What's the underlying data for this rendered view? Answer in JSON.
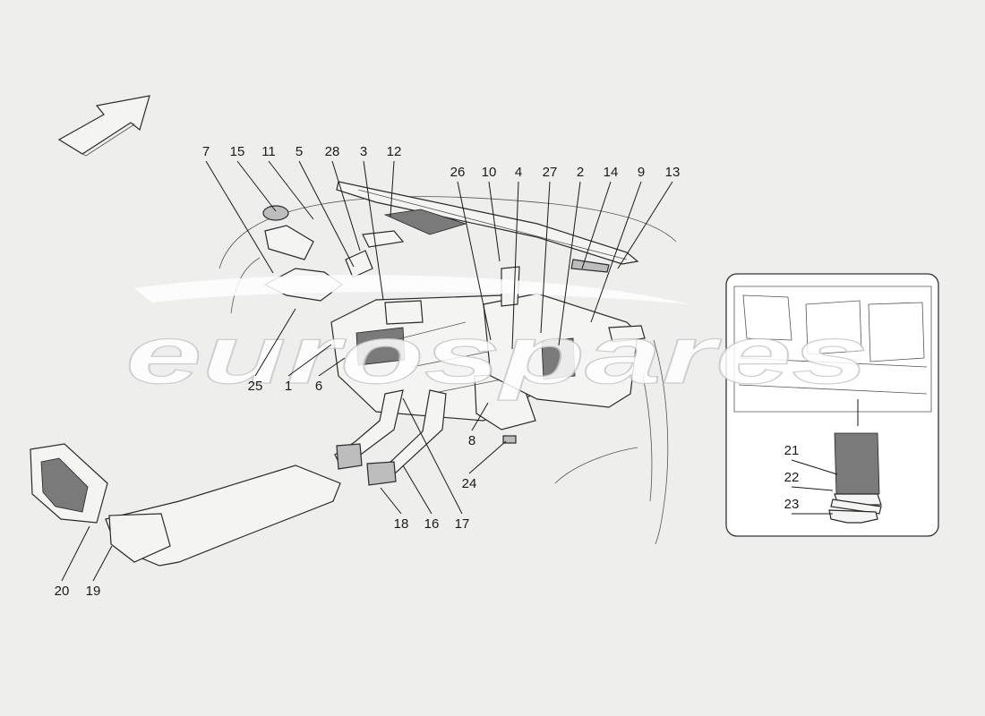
{
  "watermark": {
    "text": "eurospares"
  },
  "callouts": [
    {
      "label": "7"
    },
    {
      "label": "15"
    },
    {
      "label": "11"
    },
    {
      "label": "5"
    },
    {
      "label": "28"
    },
    {
      "label": "3"
    },
    {
      "label": "12"
    },
    {
      "label": "26"
    },
    {
      "label": "10"
    },
    {
      "label": "4"
    },
    {
      "label": "27"
    },
    {
      "label": "2"
    },
    {
      "label": "14"
    },
    {
      "label": "9"
    },
    {
      "label": "13"
    },
    {
      "label": "25"
    },
    {
      "label": "1"
    },
    {
      "label": "6"
    },
    {
      "label": "8"
    },
    {
      "label": "24"
    },
    {
      "label": "18"
    },
    {
      "label": "16"
    },
    {
      "label": "17"
    },
    {
      "label": "20"
    },
    {
      "label": "19"
    },
    {
      "label": "21"
    },
    {
      "label": "22"
    },
    {
      "label": "23"
    }
  ],
  "colors": {
    "background": "#eeeeec",
    "line": "#1a1a1a",
    "watermark": "#ffffff"
  },
  "icons": {
    "direction": "arrow-icon"
  }
}
